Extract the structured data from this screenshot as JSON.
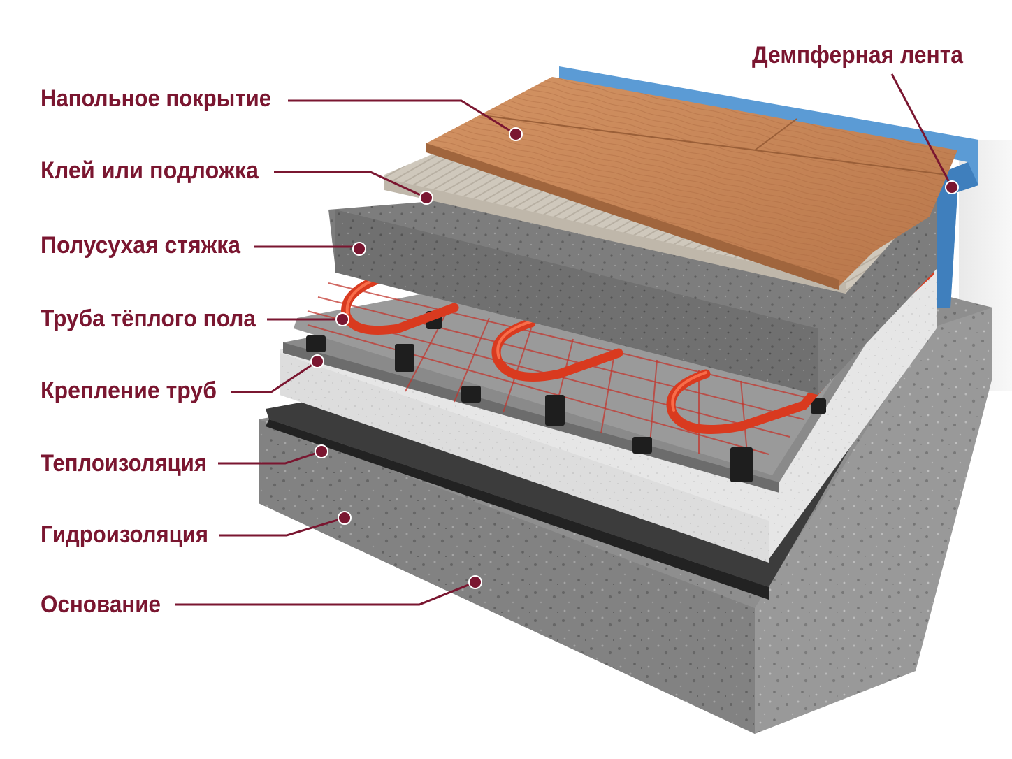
{
  "layers": [
    {
      "id": "floor_covering",
      "label": "Напольное покрытие"
    },
    {
      "id": "adhesive",
      "label": "Клей или подложка"
    },
    {
      "id": "screed",
      "label": "Полусухая стяжка"
    },
    {
      "id": "pipe",
      "label": "Труба тёплого пола"
    },
    {
      "id": "fastening",
      "label": "Крепление труб"
    },
    {
      "id": "insulation",
      "label": "Теплоизоляция"
    },
    {
      "id": "waterproofing",
      "label": "Гидроизоляция"
    },
    {
      "id": "base",
      "label": "Основание"
    }
  ],
  "damper_tape": {
    "label": "Демпферная лента"
  },
  "colors": {
    "label": "#7a1630",
    "wood": "#c8885a",
    "damper_tape": "#5b9bd5",
    "pipe": "#d93a1f",
    "concrete": "#8f8f8f",
    "insulation": "#e8e8e8",
    "membrane": "#3c3c3c"
  }
}
